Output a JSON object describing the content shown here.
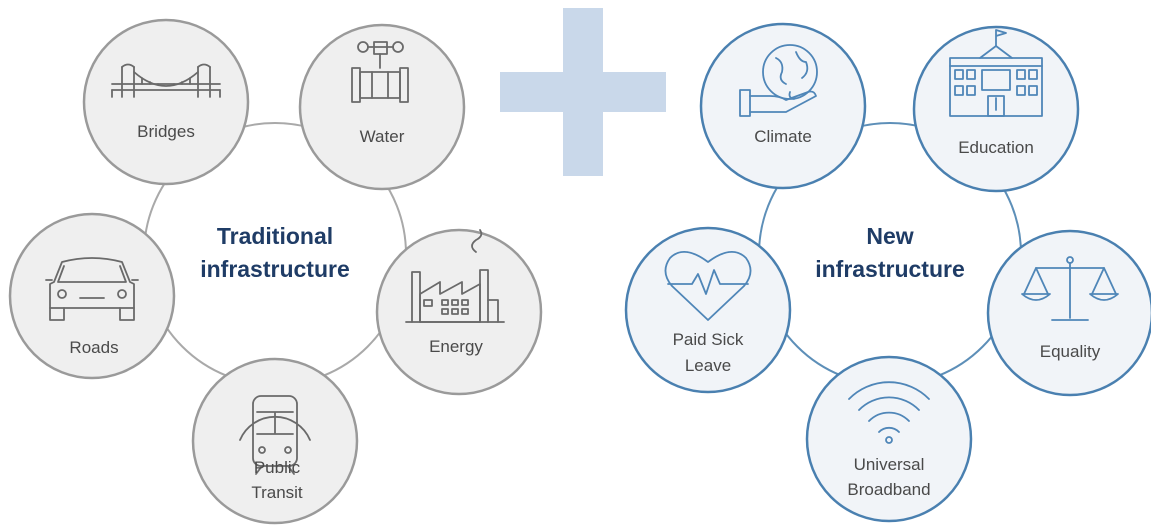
{
  "plus_color": "#c9d8ea",
  "traditional": {
    "title_line1": "Traditional",
    "title_line2": "infrastructure",
    "nodes": {
      "bridges": {
        "label": "Bridges",
        "icon": "bridge-icon"
      },
      "water": {
        "label": "Water",
        "icon": "water-pipe-icon"
      },
      "roads": {
        "label": "Roads",
        "icon": "car-icon"
      },
      "energy": {
        "label": "Energy",
        "icon": "factory-icon"
      },
      "public_transit": {
        "line1": "Public",
        "line2": "Transit",
        "icon": "train-icon"
      }
    }
  },
  "new": {
    "title_line1": "New",
    "title_line2": "infrastructure",
    "nodes": {
      "climate": {
        "label": "Climate",
        "icon": "globe-in-hand-icon"
      },
      "education": {
        "label": "Education",
        "icon": "school-building-icon"
      },
      "paid_sick_leave": {
        "line1": "Paid Sick",
        "line2": "Leave",
        "icon": "heartbeat-icon"
      },
      "equality": {
        "label": "Equality",
        "icon": "scales-icon"
      },
      "universal_broadband": {
        "line1": "Universal",
        "line2": "Broadband",
        "icon": "wifi-icon"
      }
    }
  }
}
